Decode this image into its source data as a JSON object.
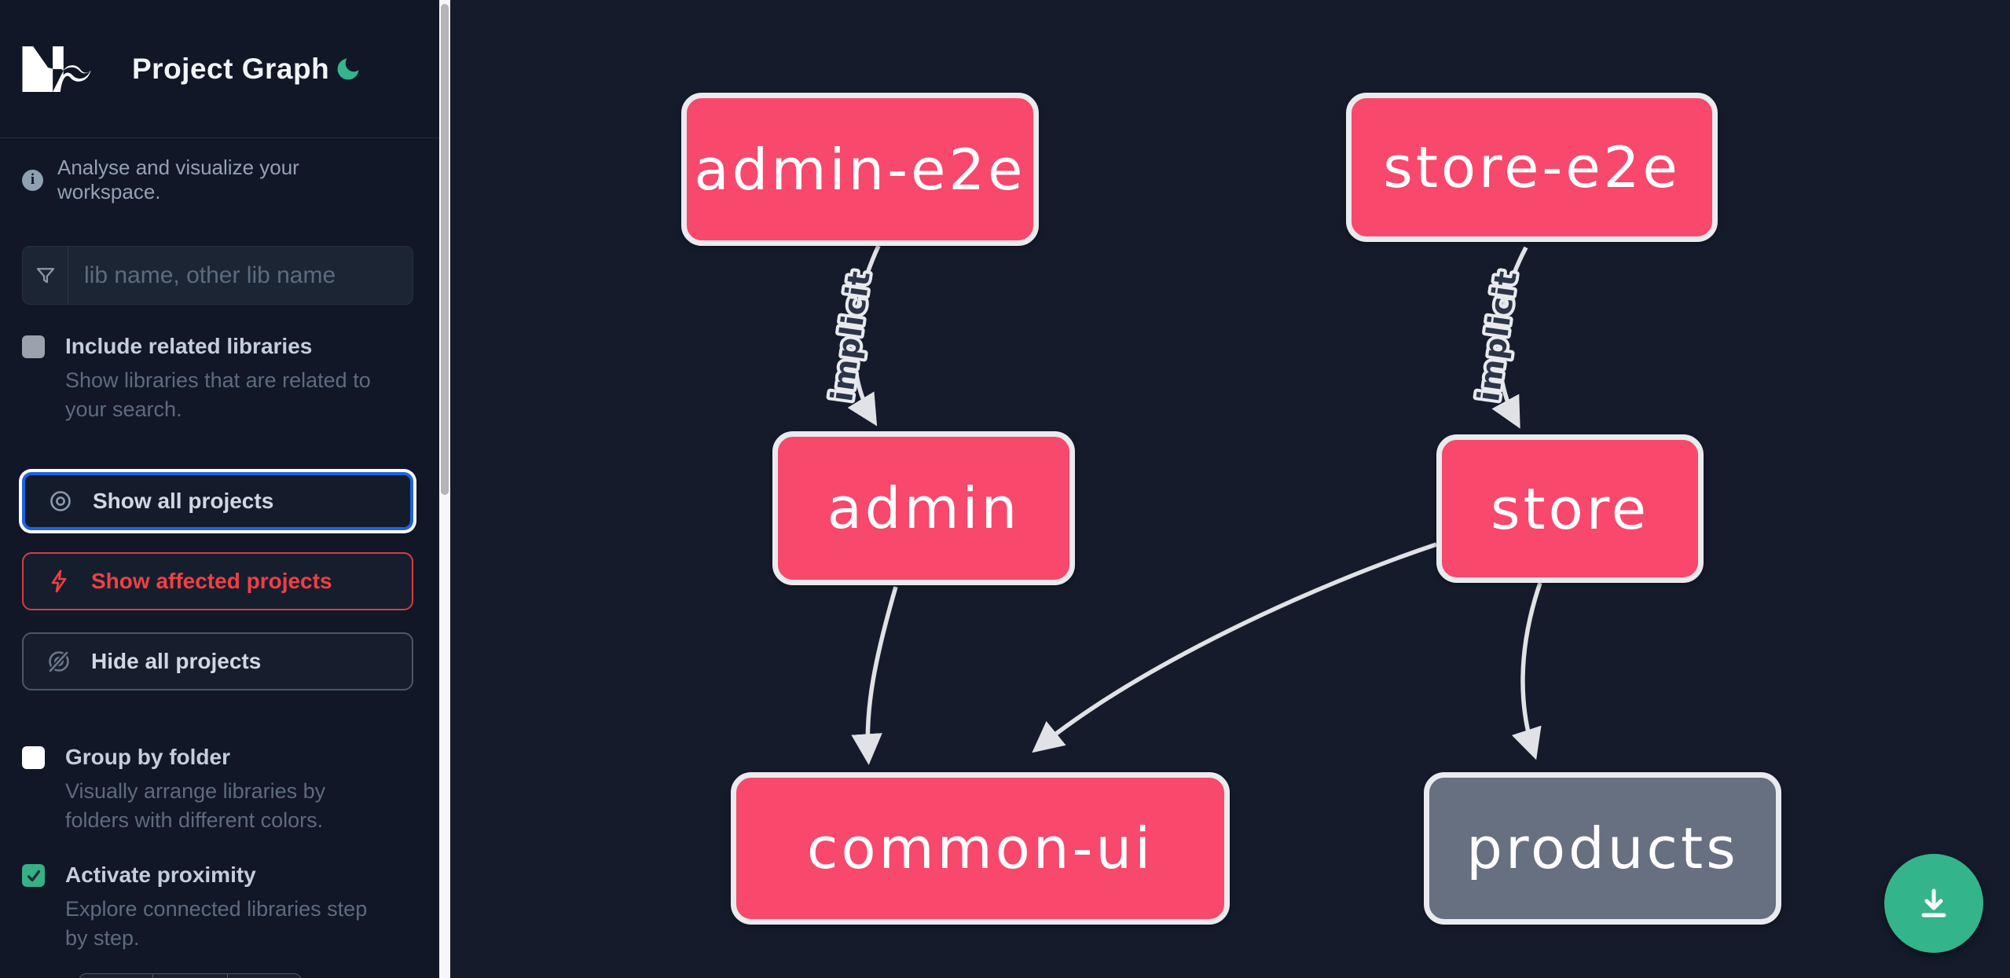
{
  "sidebar": {
    "app_name": "Nx",
    "title": "Project Graph",
    "tagline": "Analyse and visualize your workspace.",
    "search": {
      "placeholder": "lib name, other lib name"
    },
    "toggles": [
      {
        "label": "Include related libraries",
        "description": "Show libraries that are related to your search.",
        "checked": false
      },
      {
        "label": "Group by folder",
        "description": "Visually arrange libraries by folders with different colors.",
        "checked": false
      },
      {
        "label": "Activate proximity",
        "description": "Explore connected libraries step by step.",
        "checked": true
      }
    ],
    "actions": [
      {
        "label": "Show all projects",
        "icon": "eye-icon",
        "state": "focused"
      },
      {
        "label": "Show affected projects",
        "icon": "flash-icon",
        "state": "danger"
      },
      {
        "label": "Hide all projects",
        "icon": "eye-off-icon",
        "state": "default"
      }
    ]
  },
  "graph": {
    "nodes": [
      {
        "id": "admin-e2e",
        "label": "admin-e2e",
        "kind": "affected"
      },
      {
        "id": "store-e2e",
        "label": "store-e2e",
        "kind": "affected"
      },
      {
        "id": "admin",
        "label": "admin",
        "kind": "affected"
      },
      {
        "id": "store",
        "label": "store",
        "kind": "affected"
      },
      {
        "id": "common-ui",
        "label": "common-ui",
        "kind": "affected"
      },
      {
        "id": "products",
        "label": "products",
        "kind": "plain"
      }
    ],
    "edges": [
      {
        "from": "admin-e2e",
        "to": "admin",
        "label": "implicit"
      },
      {
        "from": "store-e2e",
        "to": "store",
        "label": "implicit"
      },
      {
        "from": "admin",
        "to": "common-ui",
        "label": ""
      },
      {
        "from": "store",
        "to": "common-ui",
        "label": ""
      },
      {
        "from": "store",
        "to": "products",
        "label": ""
      }
    ]
  },
  "fab": {
    "icon": "download-icon"
  },
  "colors": {
    "accent_green": "#34b48a",
    "affected_pink": "#f8486c",
    "plain_node_gray": "#667080",
    "node_border": "#e9ebee",
    "edge_gray": "#e0e2e5",
    "focus_blue": "#1f62e0",
    "danger_red": "#ef4044",
    "sidebar_bg": "#111726",
    "graph_bg": "#151b2b"
  }
}
